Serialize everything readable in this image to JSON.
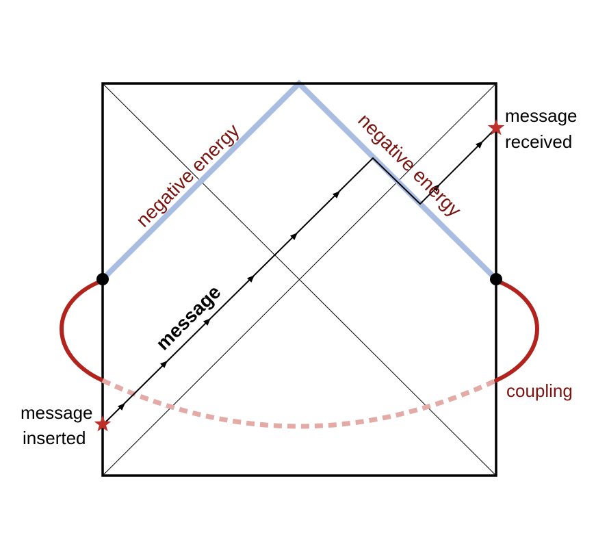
{
  "labels": {
    "negative_energy_left": "negative energy",
    "negative_energy_right": "negative energy",
    "message": "message",
    "message_received_line1": "message",
    "message_received_line2": "received",
    "message_inserted_line1": "message",
    "message_inserted_line2": "inserted",
    "coupling": "coupling"
  },
  "colors": {
    "frame": "#000000",
    "negative_energy_band": "#a9bde3",
    "coupling_solid": "#b3231e",
    "coupling_dashed": "#e3aaa6",
    "label_red": "#7a1410",
    "label_black": "#000000",
    "star": "#c0302a"
  }
}
